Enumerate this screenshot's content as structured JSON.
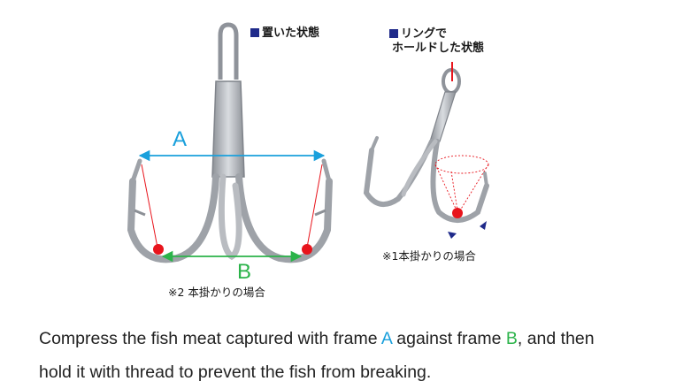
{
  "left_panel": {
    "heading": "置いた状態",
    "label_a": "A",
    "label_b": "B",
    "note": "※2 本掛かりの場合"
  },
  "right_panel": {
    "heading_line1": "リングで",
    "heading_line2": "ホールドした状態",
    "note": "※1本掛かりの場合"
  },
  "caption": {
    "line1_part1": "Compress the fish meat captured with frame ",
    "line1_a": "A",
    "line1_part2": " against frame ",
    "line1_b": "B",
    "line1_part3": ", and then",
    "line2": "hold it with thread to prevent the fish from breaking."
  },
  "colors": {
    "arrow_a": "#1aa0dc",
    "arrow_b": "#2bb34a",
    "hook_steel": "#a9adb3",
    "point_dot": "#e8141c",
    "heading_square": "#1f2a8a",
    "red_line": "#e8141c"
  }
}
